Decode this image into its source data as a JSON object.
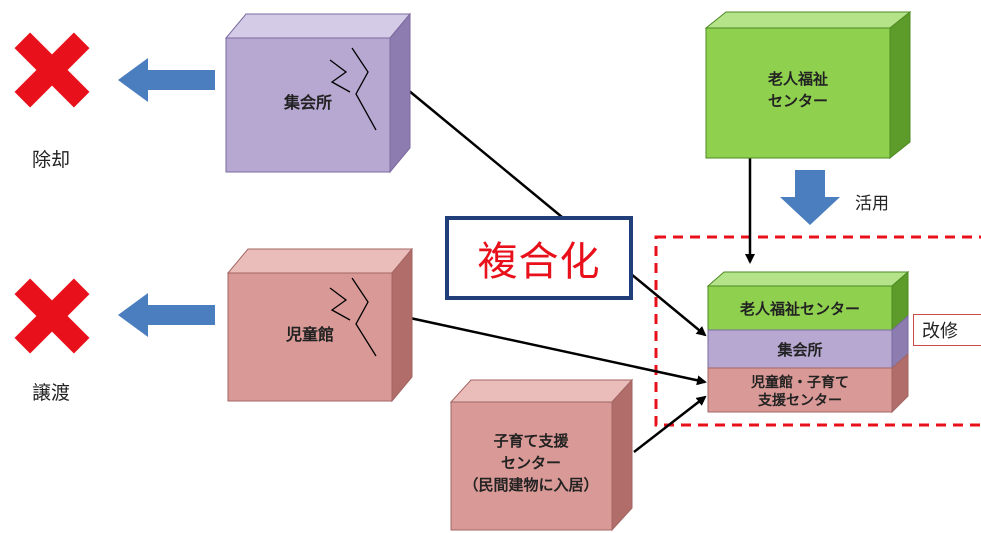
{
  "colors": {
    "purple_front": "#b7a8d2",
    "purple_top": "#d4cbe6",
    "purple_side": "#8d7cb0",
    "pink_front": "#d99a97",
    "pink_top": "#ebbdba",
    "pink_side": "#b06d6a",
    "green_front": "#8fd14f",
    "green_top": "#b5e38a",
    "green_side": "#5d9c2a",
    "arrow_blue": "#4a7ebf",
    "cross_red": "#e8101a",
    "dash_red": "#e8101a"
  },
  "left_column": {
    "top_label": "除却",
    "bottom_label": "譲渡"
  },
  "boxes": {
    "shukaisho": "集会所",
    "jidokan": "児童館",
    "kosodate_lines": [
      "子育て支援",
      "センター",
      "（民間建物に入居）"
    ],
    "rojin_lines": [
      "老人福祉",
      "センター"
    ]
  },
  "stack": {
    "layer1": "老人福祉センター",
    "layer2": "集会所",
    "layer3_lines": [
      "児童館・子育て",
      "支援センター"
    ]
  },
  "callouts": {
    "fukugo": "複合化",
    "katsuyo": "活用",
    "kaishu": "改修"
  }
}
